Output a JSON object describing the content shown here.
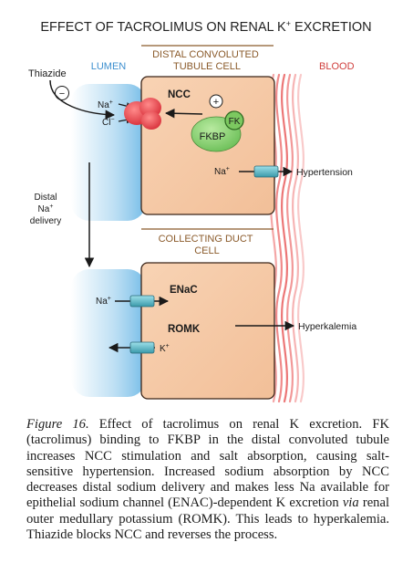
{
  "title": {
    "main": "EFFECT OF TACROLIMUS ON RENAL K",
    "sup": "+",
    "tail": " EXCRETION"
  },
  "colors": {
    "cell_fill": "#f5c9a6",
    "cell_stroke": "#3a2418",
    "lumen_blue": "#8fc9ec",
    "blood_red": "#e86a6a",
    "header_text": "#8a5a2a",
    "label_blue": "#3d8fcf",
    "label_red": "#d0403e",
    "ncc_red": "#e8404a",
    "fkbp_green": "#8fd07a",
    "channel_teal": "#4fb0c0"
  },
  "regions": {
    "lumen": "LUMEN",
    "blood": "BLOOD",
    "dct_header": [
      "DISTAL CONVOLUTED",
      "TUBULE CELL"
    ],
    "cd_header": [
      "COLLECTING DUCT",
      "CELL"
    ]
  },
  "top_cell": {
    "thiazide": "Thiazide",
    "minus_sign": "−",
    "na": "Na",
    "na_sup": "+",
    "cl": "Cl",
    "cl_sup": "−",
    "ncc": "NCC",
    "plus_sign": "+",
    "fk": "FK",
    "fkbp": "FKBP",
    "na_out": "Na",
    "na_out_sup": "+",
    "hypertension": "Hypertension"
  },
  "middle": {
    "distal": "Distal",
    "na": "Na",
    "na_sup": "+",
    "delivery": "delivery"
  },
  "bottom_cell": {
    "na": "Na",
    "na_sup": "+",
    "enac": "ENaC",
    "romk": "ROMK",
    "k": "K",
    "k_sup": "+",
    "hyperkalemia": "Hyperkalemia"
  },
  "caption": {
    "label": "Figure 16.",
    "text": " Effect of tacrolimus on renal K excretion. FK (tacrolimus) binding to FKBP in the distal convoluted tubule increases NCC stimulation and salt absorption, causing salt-sensitive hypertension. Increased sodium absorption by NCC decreases distal sodium delivery and makes less Na available for epithelial sodium channel (ENAC)-dependent K excretion ",
    "via": "via",
    "text2": " renal outer medullary potassium (ROMK). This leads to hyperkalemia. Thiazide blocks NCC and reverses the process."
  }
}
